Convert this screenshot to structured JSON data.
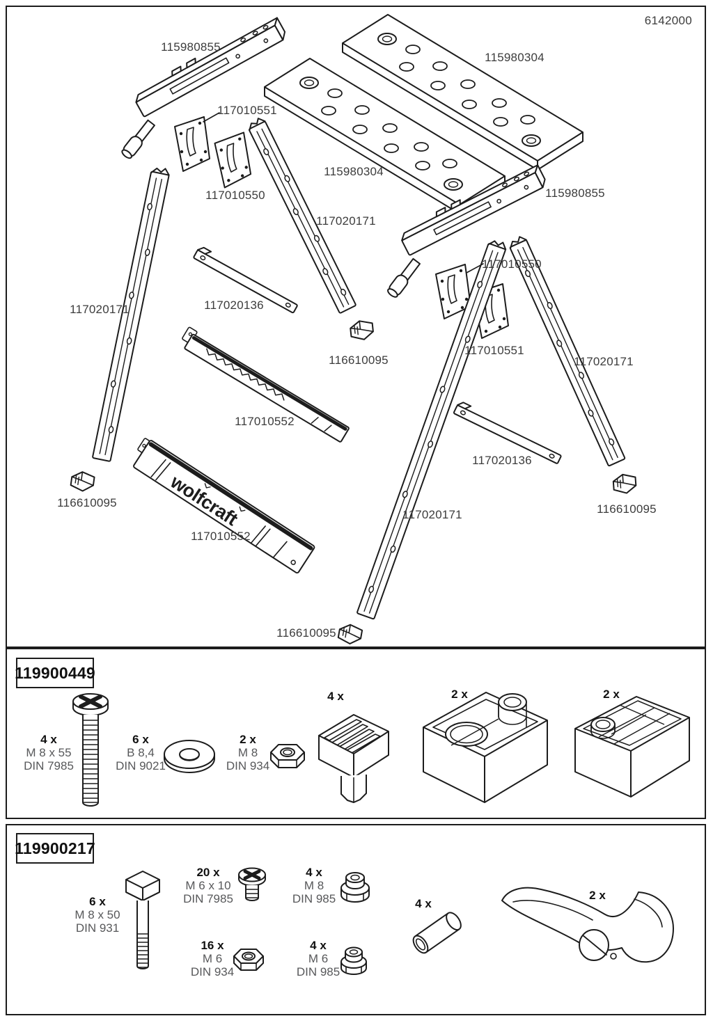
{
  "code": "6142000",
  "brand": "wolfcraft",
  "diagram": {
    "labels": [
      {
        "text": "115980855"
      },
      {
        "text": "115980304"
      },
      {
        "text": "117010551"
      },
      {
        "text": "115980304"
      },
      {
        "text": "117010550"
      },
      {
        "text": "117020171"
      },
      {
        "text": "115980855"
      },
      {
        "text": "117010550"
      },
      {
        "text": "117020136"
      },
      {
        "text": "117020171"
      },
      {
        "text": "116610095"
      },
      {
        "text": "117010551"
      },
      {
        "text": "117020171"
      },
      {
        "text": "117010552"
      },
      {
        "text": "117020136"
      },
      {
        "text": "116610095"
      },
      {
        "text": "117020171"
      },
      {
        "text": "116610095"
      },
      {
        "text": "117010552"
      },
      {
        "text": "116610095"
      }
    ]
  },
  "kits": [
    {
      "code": "119900449",
      "items": [
        {
          "qty": "4 x",
          "spec1": "M 8 x 55",
          "spec2": "DIN 7985",
          "icon": "pan-head-screw"
        },
        {
          "qty": "6 x",
          "spec1": "B 8,4",
          "spec2": "DIN 9021",
          "icon": "washer"
        },
        {
          "qty": "2 x",
          "spec1": "M 8",
          "spec2": "DIN 934",
          "icon": "hex-nut"
        },
        {
          "qty": "4 x",
          "icon": "serrated-clamp-jaw"
        },
        {
          "qty": "2 x",
          "icon": "vise-block-front"
        },
        {
          "qty": "2 x",
          "icon": "vise-block-rear"
        }
      ]
    },
    {
      "code": "119900217",
      "items": [
        {
          "qty": "6 x",
          "spec1": "M 8 x 50",
          "spec2": "DIN 931",
          "icon": "hex-bolt"
        },
        {
          "qty": "20 x",
          "spec1": "M 6 x 10",
          "spec2": "DIN 7985",
          "icon": "small-pan-screw"
        },
        {
          "qty": "4 x",
          "spec1": "M 8",
          "spec2": "DIN 985",
          "icon": "lock-nut"
        },
        {
          "qty": "16 x",
          "spec1": "M 6",
          "spec2": "DIN 934",
          "icon": "hex-nut-small"
        },
        {
          "qty": "4 x",
          "spec1": "M 6",
          "spec2": "DIN 985",
          "icon": "lock-nut-small"
        },
        {
          "qty": "4 x",
          "icon": "spacer-sleeve"
        },
        {
          "qty": "2 x",
          "icon": "clamp-lever"
        }
      ]
    }
  ]
}
